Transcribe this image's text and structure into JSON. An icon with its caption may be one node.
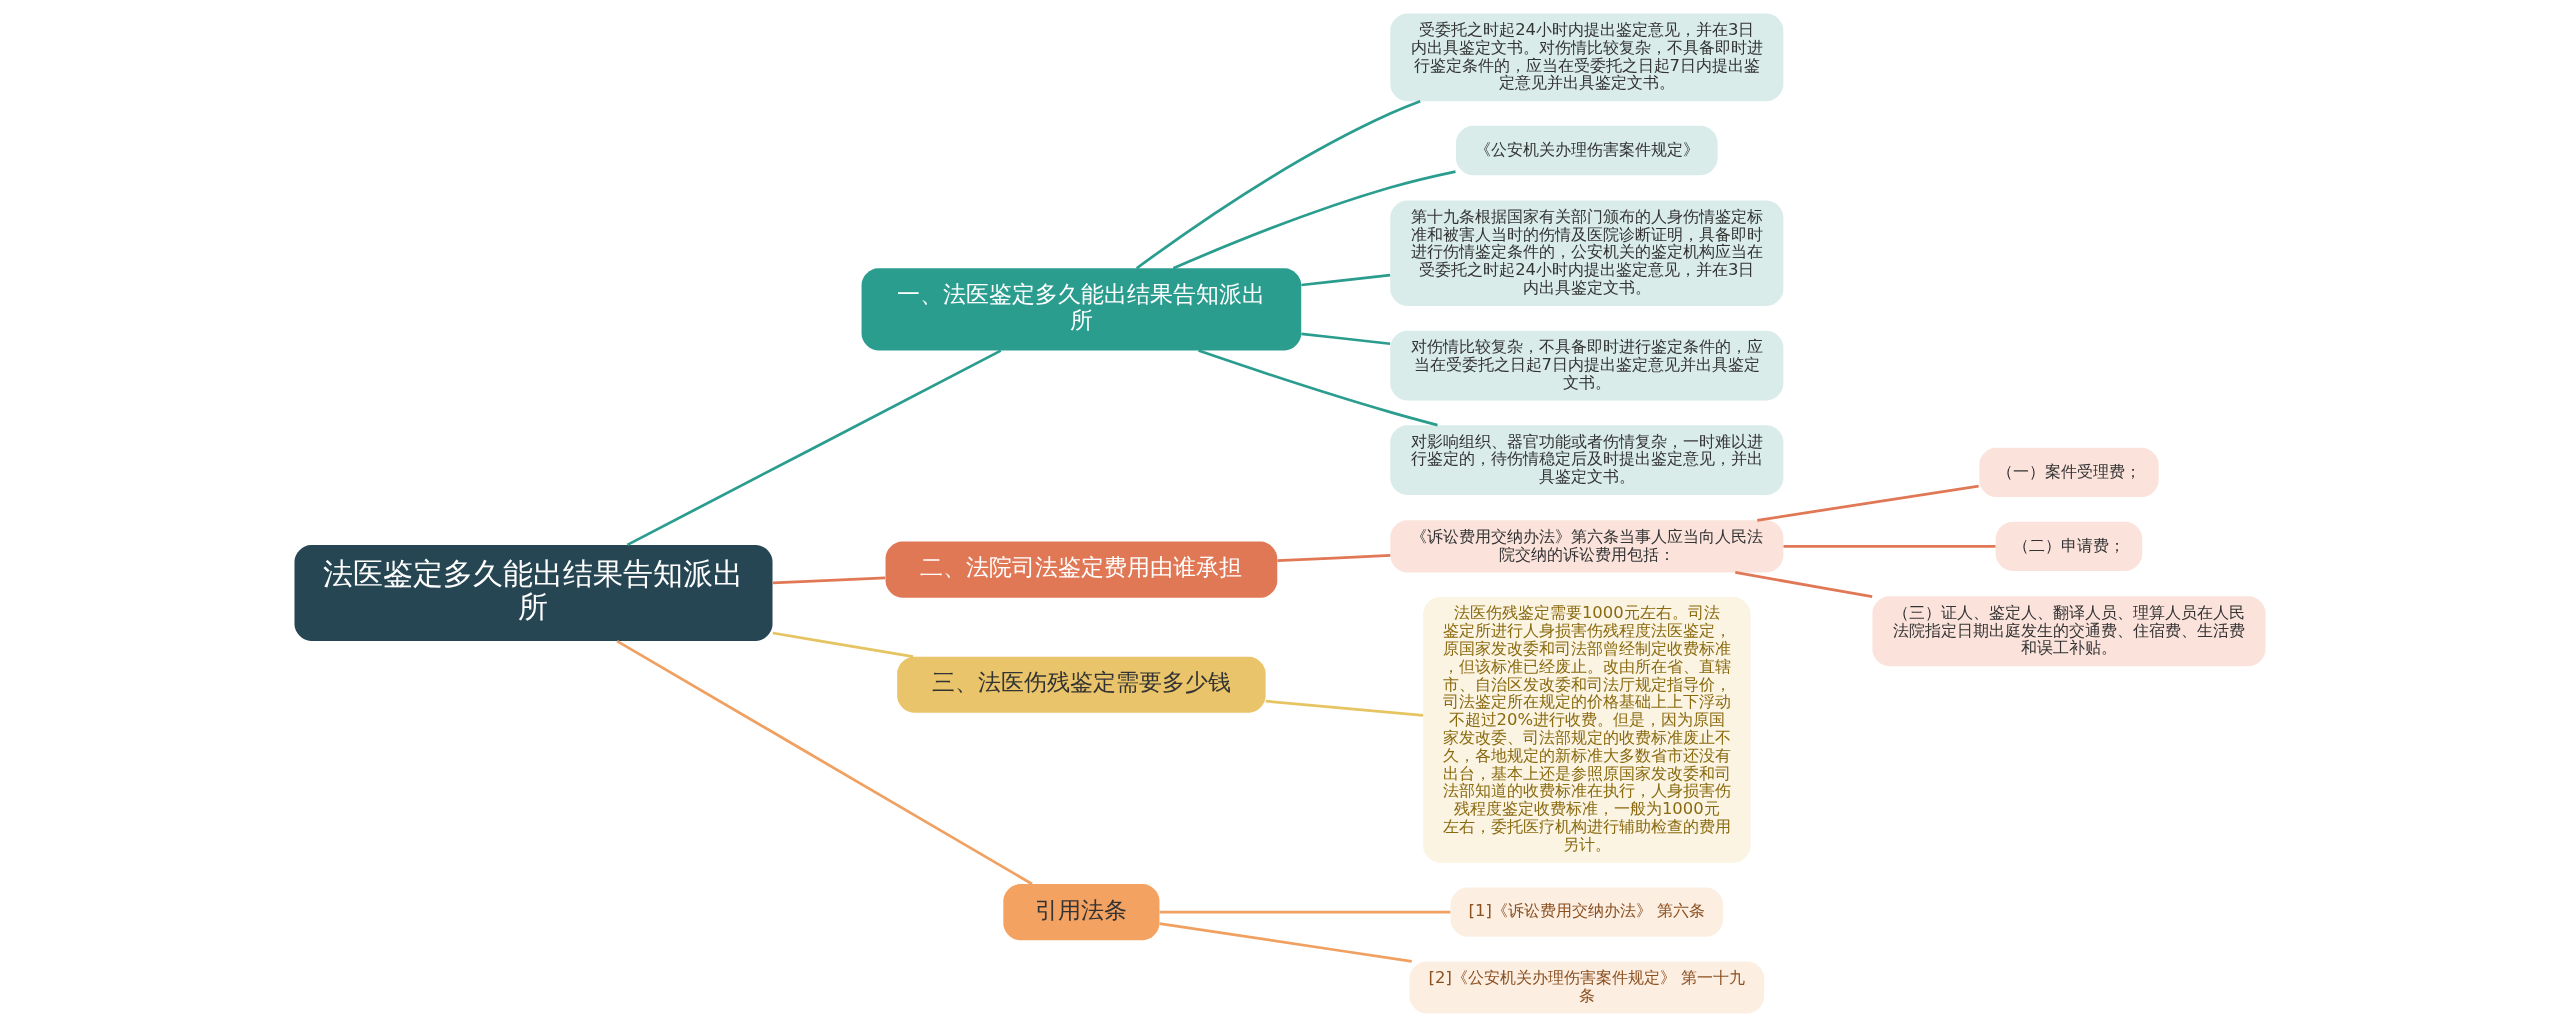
{
  "diagram": {
    "nodes": [
      {
        "text": [
          "法医鉴定多久能出结果告知派出所"
        ]
      },
      {
        "text": [
          "一、法医鉴定多久能出结果告知派出所"
        ]
      },
      {
        "text": [
          "受委托之时起24小时内提出鉴定意见，并在3日内出具鉴定文书。对伤情比较复杂，不具备即时进行鉴定条件的，应当在受委托之日起7日内提出鉴定意见并出具鉴定文书。"
        ]
      },
      {
        "text": [
          "《公安机关办理伤害案件规定》"
        ]
      },
      {
        "text": [
          "第十九条根据国家有关部门颁布的人身伤情鉴定标准和被害人当时的伤情及医院诊断证明，具备即时进行伤情鉴定条件的，公安机关的鉴定机构应当在受委托之时起24小时内提出鉴定意见，并在3日内出具鉴定文书。"
        ]
      },
      {
        "text": [
          "对伤情比较复杂，不具备即时进行鉴定条件的，应当在受委托之日起7日内提出鉴定意见并出具鉴定文书。"
        ]
      },
      {
        "text": [
          "对影响组织、器官功能或者伤情复杂，一时难以进行鉴定的，待伤情稳定后及时提出鉴定意见，并出具鉴定文书。"
        ]
      },
      {
        "text": [
          "二、法院司法鉴定费用由谁承担"
        ]
      },
      {
        "text": [
          "《诉讼费用交纳办法》第六条当事人应当向人民法院交纳的诉讼费用包括："
        ]
      },
      {
        "text": [
          "（一）案件受理费；"
        ]
      },
      {
        "text": [
          "（二）申请费；"
        ]
      },
      {
        "text": [
          "（三）证人、鉴定人、翻译人员、理算人员在人民法院指定日期出庭发生的交通费、住宿费、生活费和误工补贴。"
        ]
      },
      {
        "text": [
          "三、法医伤残鉴定需要多少钱"
        ]
      },
      {
        "text": [
          "法医伤残鉴定需要1000元左右。司法鉴定所进行人身损害伤残程度法医鉴定，原国家发改委和司法部曾经制定收费标准，但该标准已经废止。改由所在省、直辖市、自治区发改委和司法厅规定指导价，司法鉴定所在规定的价格基础上上下浮动不超过20%进行收费。但是，因为原国家发改委、司法部规定的收费标准废止不久，各地规定的新标准大多数省市还没有出台，基本上还是参照原国家发改委和司法部知道的收费标准在执行，人身损害伤残程度鉴定收费标准，一般为1000元左右，委托医疗机构进行辅助检查的费用另计。"
        ]
      },
      {
        "text": [
          "引用法条"
        ]
      },
      {
        "text": [
          "[1]《诉讼费用交纳办法》 第六条"
        ]
      },
      {
        "text": [
          "[2]《公安机关办理伤害案件规定》 第一十九条"
        ]
      }
    ],
    "edges": [
      {
        "from": 0,
        "to": 1,
        "arrow": "none"
      },
      {
        "from": 1,
        "to": 2,
        "arrow": "none"
      },
      {
        "from": 1,
        "to": 3,
        "arrow": "none"
      },
      {
        "from": 1,
        "to": 4,
        "arrow": "none"
      },
      {
        "from": 1,
        "to": 5,
        "arrow": "none"
      },
      {
        "from": 1,
        "to": 6,
        "arrow": "none"
      },
      {
        "from": 0,
        "to": 7,
        "arrow": "none",
        "color": "#e07856"
      },
      {
        "from": 7,
        "to": 8,
        "arrow": "none",
        "color": "#e07856"
      },
      {
        "from": 8,
        "to": 9,
        "arrow": "none",
        "color": "#e07856"
      },
      {
        "from": 8,
        "to": 10,
        "arrow": "none",
        "color": "#e07856"
      },
      {
        "from": 8,
        "to": 11,
        "arrow": "none",
        "color": "#e07856"
      },
      {
        "from": 0,
        "to": 12,
        "arrow": "none",
        "color": "#e6c462"
      },
      {
        "from": 12,
        "to": 13,
        "arrow": "none",
        "color": "#e6c462"
      },
      {
        "from": 0,
        "to": 14,
        "arrow": "none",
        "color": "#f0a060"
      },
      {
        "from": 14,
        "to": 15,
        "arrow": "none",
        "color": "#f0a060"
      },
      {
        "from": 14,
        "to": 16,
        "arrow": "none",
        "color": "#f0a060"
      }
    ]
  }
}
